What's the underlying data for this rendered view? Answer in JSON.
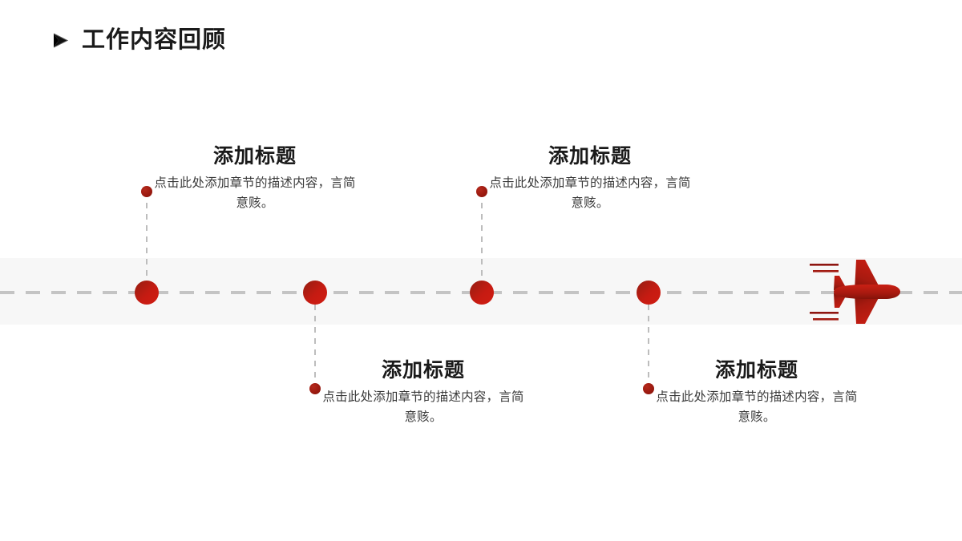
{
  "slide": {
    "title": "工作内容回顾",
    "bullet_icon": "arrowhead-bullet-icon",
    "background_color": "#ffffff",
    "accent_color": "#c01c12",
    "band_color": "#f7f7f7",
    "rail_color": "#c4c4c4"
  },
  "timeline": {
    "airplane_icon": "airplane-icon",
    "milestones": [
      {
        "title": "添加标题",
        "description": "点击此处添加章节的描述内容，言简意赅。",
        "position": "above"
      },
      {
        "title": "添加标题",
        "description": "点击此处添加章节的描述内容，言简意赅。",
        "position": "below"
      },
      {
        "title": "添加标题",
        "description": "点击此处添加章节的描述内容，言简意赅。",
        "position": "above"
      },
      {
        "title": "添加标题",
        "description": "点击此处添加章节的描述内容，言简意赅。",
        "position": "below"
      }
    ]
  }
}
